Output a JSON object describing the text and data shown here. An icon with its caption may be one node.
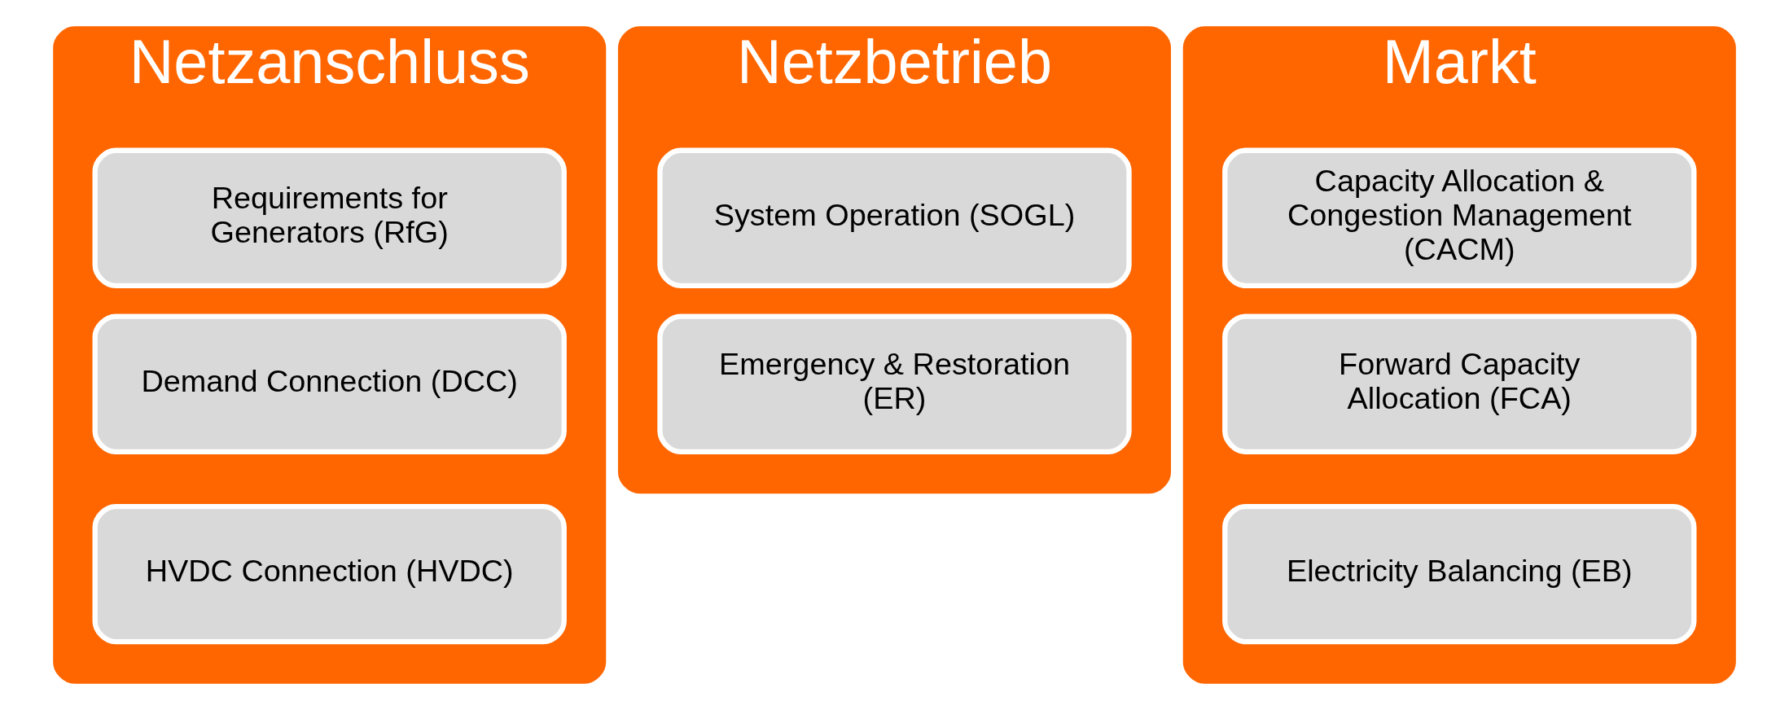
{
  "diagram": {
    "nodes": [
      {
        "text": [
          "Netzanschluss"
        ]
      },
      {
        "text": [
          "Requirements for Generators (RfG)"
        ],
        "in": 0
      },
      {
        "text": [
          "Demand Connection (DCC)"
        ],
        "in": 0
      },
      {
        "text": [
          "HVDC Connection (HVDC)"
        ],
        "in": 0
      },
      {
        "text": [
          "Netzbetrieb"
        ]
      },
      {
        "text": [
          "System Operation (SOGL)"
        ],
        "in": 4
      },
      {
        "text": [
          "Emergency & Restoration (ER)"
        ],
        "in": 4
      },
      {
        "text": [
          "Markt"
        ]
      },
      {
        "text": [
          "Capacity Allocation & Congestion Management (CACM)"
        ],
        "in": 7
      },
      {
        "text": [
          "Forward Capacity Allocation (FCA)"
        ],
        "in": 7
      },
      {
        "text": [
          "Electricity Balancing (EB)"
        ],
        "in": 7
      }
    ],
    "edges": []
  }
}
